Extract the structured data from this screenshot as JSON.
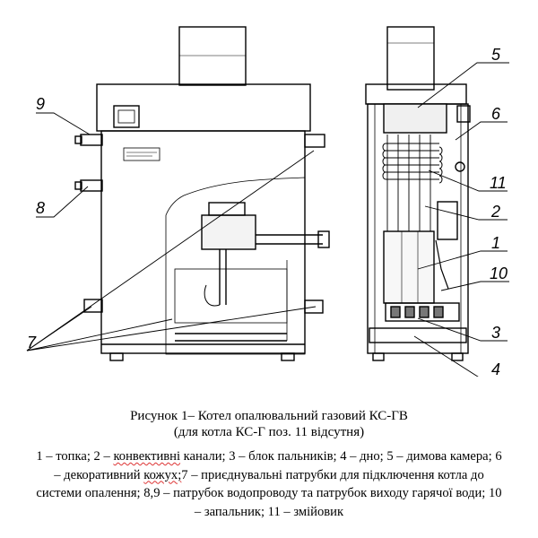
{
  "callouts": [
    "5",
    "6",
    "11",
    "2",
    "1",
    "10",
    "3",
    "4",
    "9",
    "8",
    "7"
  ],
  "caption": {
    "line1": "Рисунок 1– Котел опалювальний газовий КС-ГВ",
    "line2": "(для котла КС-Г поз. 11  відсутня)"
  },
  "legend": {
    "l1a": "1 – топка; 2 – ",
    "l1b": "конвективні",
    "l1c": " канали; 3 – блок пальників; 4 – дно; 5 – димова камера; 6",
    "l2a": "– декоративний ",
    "l2b": "кожух;",
    "l2c": "7 – приєднувальні патрубки для підключення котла до",
    "l3": "системи опалення; 8,9 – патрубок водопроводу та патрубок виходу гарячої води; 10",
    "l4": "– запальник; 11 – змійовик"
  },
  "colors": {
    "line": "#000000",
    "fill_light": "#e8e8e8",
    "squiggle": "#dd3333"
  }
}
